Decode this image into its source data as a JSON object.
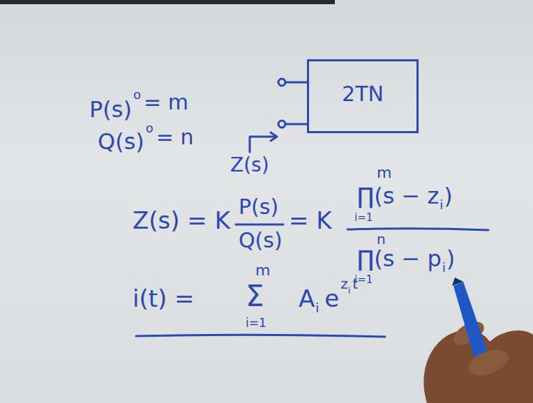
{
  "diagram": {
    "nodes": [
      {
        "text": [
          "2TN"
        ]
      }
    ],
    "labels": [
      "P(s)",
      "o",
      "= m",
      "Q(s)",
      "o",
      "= n",
      "Z(s)",
      "Z(s) = K",
      "P(s)",
      "Q(s)",
      "= K",
      "m",
      "∏(s − z",
      "i",
      ")",
      "i=1",
      "n",
      "∏(s − p",
      "i",
      ")",
      "i=1",
      "i(t) =",
      "m",
      "Σ",
      "i=1",
      "A",
      "i",
      "e",
      "z",
      "i",
      "t"
    ]
  }
}
